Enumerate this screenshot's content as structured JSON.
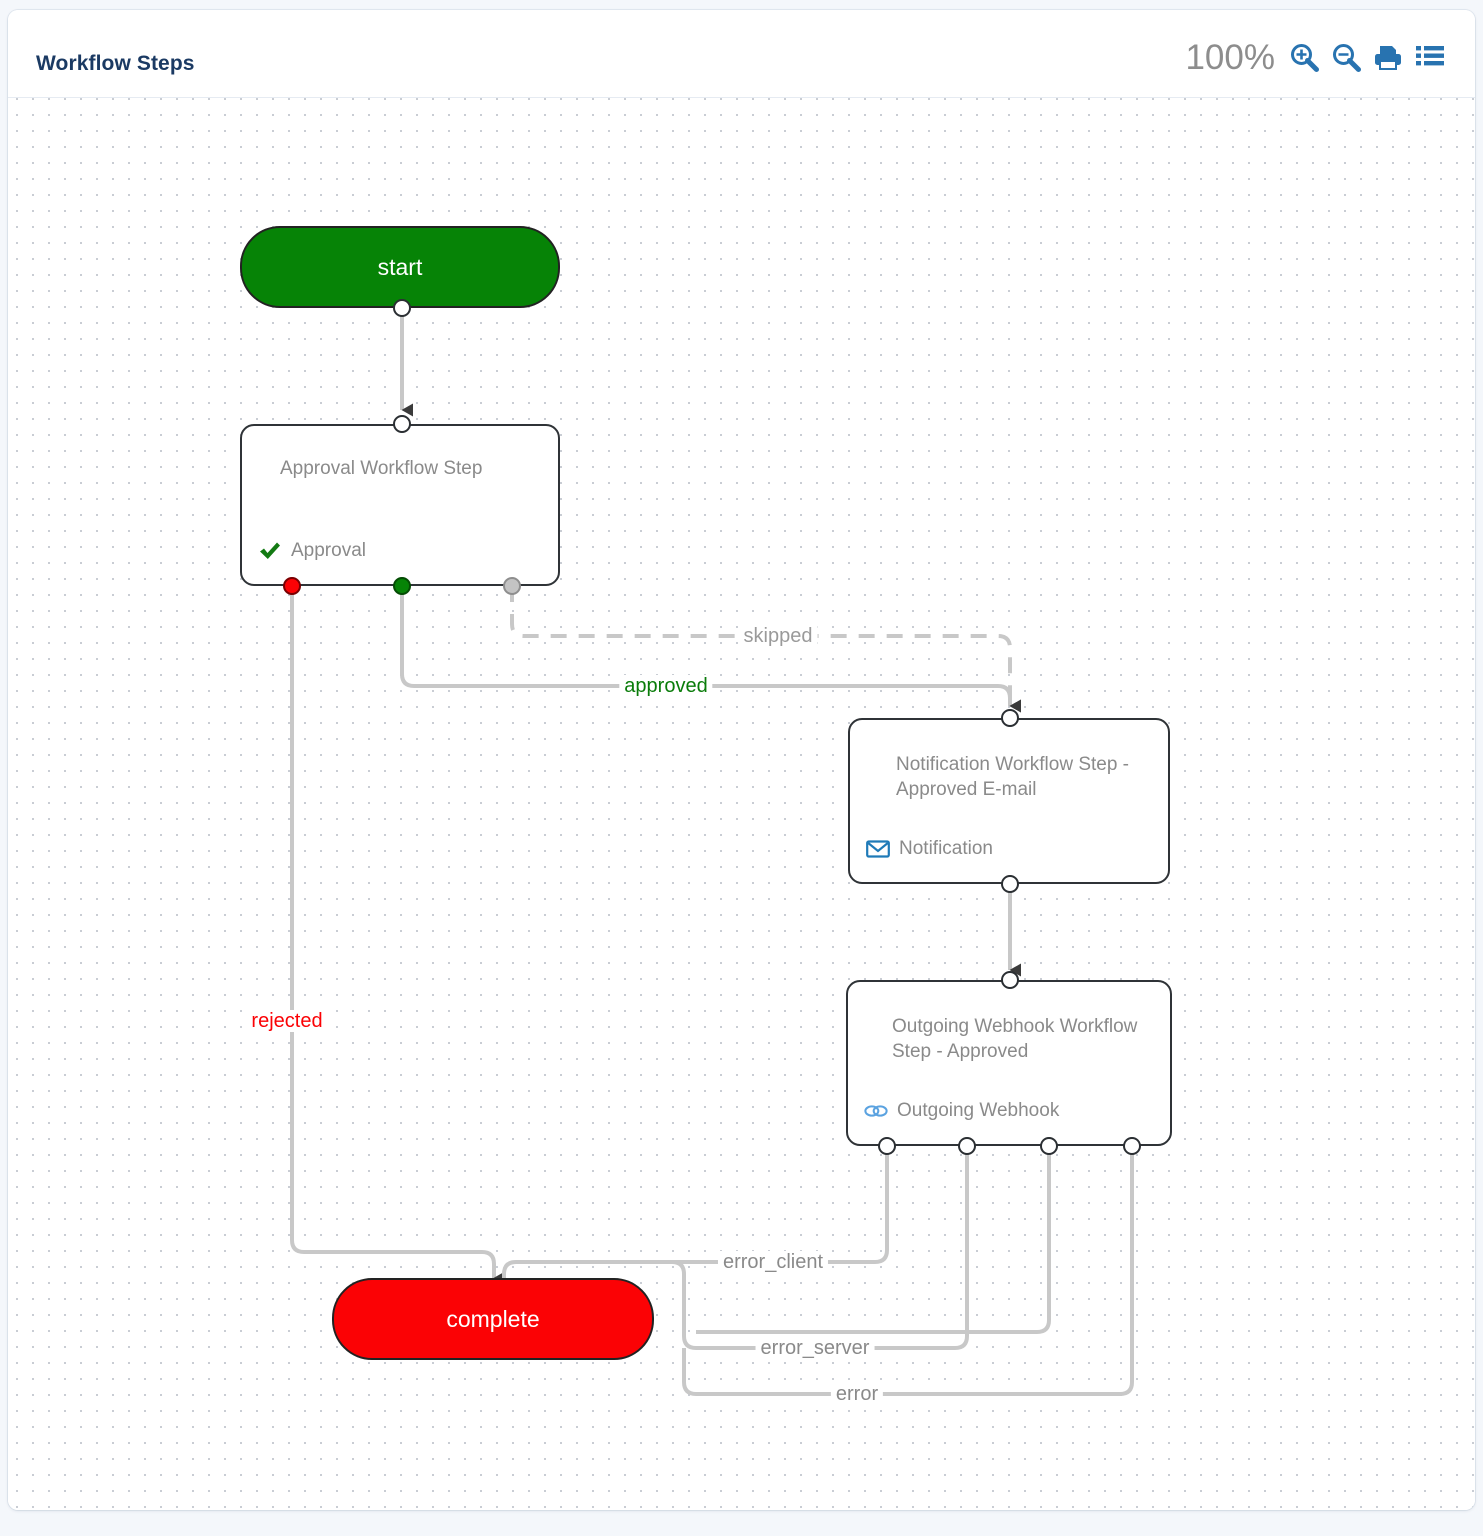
{
  "header": {
    "title": "Workflow Steps",
    "zoom_level": "100%",
    "tools": [
      {
        "name": "zoom-in-icon",
        "label": "Zoom in"
      },
      {
        "name": "zoom-out-icon",
        "label": "Zoom out"
      },
      {
        "name": "print-icon",
        "label": "Print"
      },
      {
        "name": "list-icon",
        "label": "List view"
      }
    ]
  },
  "colors": {
    "start_node": "#068306",
    "complete_node": "#fb0205",
    "node_border": "#2f3337",
    "node_text": "#8a8a8a",
    "edge_line": "#c8c8c8",
    "label_green": "#0a7c0a",
    "label_red": "#fb0205",
    "label_grey": "#9a9a9a",
    "icon_blue": "#1f7ab8",
    "icon_light_blue": "#5aa2e0",
    "check_green": "#137a13",
    "page_background": "#f4f7fb",
    "canvas_background": "#ffffff",
    "grid_dot": "#c9cdd4"
  },
  "nodes": [
    {
      "id": "start",
      "type": "terminal-start",
      "label": "start",
      "title": "",
      "meta_label": "",
      "meta_icon": ""
    },
    {
      "id": "approval",
      "type": "step",
      "label": "",
      "title": "Approval Workflow Step",
      "meta_label": "Approval",
      "meta_icon": "check-icon"
    },
    {
      "id": "notification",
      "type": "step",
      "label": "",
      "title": "Notification Workflow Step - Approved E-mail",
      "meta_label": "Notification",
      "meta_icon": "envelope-icon"
    },
    {
      "id": "webhook",
      "type": "step",
      "label": "",
      "title": "Outgoing Webhook Workflow Step - Approved",
      "meta_label": "Outgoing Webhook",
      "meta_icon": "link-icon"
    },
    {
      "id": "complete",
      "type": "terminal-end",
      "label": "complete",
      "title": "",
      "meta_label": "",
      "meta_icon": ""
    }
  ],
  "edges": [
    {
      "id": "e1",
      "from": "start",
      "to": "approval",
      "label": "",
      "style": "solid"
    },
    {
      "id": "e2",
      "from": "approval",
      "to": "complete",
      "label": "rejected",
      "style": "solid",
      "label_color": "red"
    },
    {
      "id": "e3",
      "from": "approval",
      "to": "notification",
      "label": "approved",
      "style": "solid",
      "label_color": "green"
    },
    {
      "id": "e4",
      "from": "approval",
      "to": "notification",
      "label": "skipped",
      "style": "dashed",
      "label_color": "grey"
    },
    {
      "id": "e5",
      "from": "notification",
      "to": "webhook",
      "label": "",
      "style": "solid"
    },
    {
      "id": "e6",
      "from": "webhook",
      "to": "complete",
      "label": "error_client",
      "style": "solid",
      "label_color": "grey"
    },
    {
      "id": "e7",
      "from": "webhook",
      "to": "complete",
      "label": "error_server",
      "style": "solid",
      "label_color": "grey"
    },
    {
      "id": "e8",
      "from": "webhook",
      "to": "complete",
      "label": "error",
      "style": "solid",
      "label_color": "grey"
    }
  ]
}
